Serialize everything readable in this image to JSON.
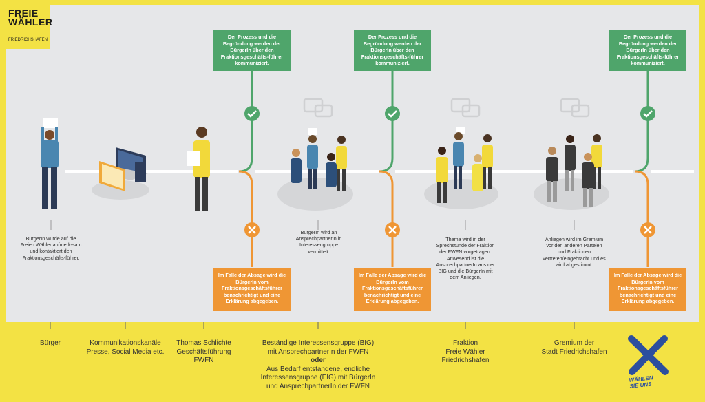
{
  "logo": {
    "title": "FREIE WÄHLER",
    "subtitle": "FRIEDRICHSHAFEN"
  },
  "colors": {
    "green": "#4fa56b",
    "orange": "#ef9634",
    "yellow": "#f3e244",
    "panel": "#e6e7e9",
    "blue": "#2c4f9e"
  },
  "green_boxes": [
    "Der Prozess und die Begründung werden der BürgerIn über den Fraktionsgeschäfts-führer kommuniziert.",
    "Der Prozess und die Begründung werden der BürgerIn über den Fraktionsgeschäfts-führer kommuniziert.",
    "Der Prozess und die Begründung werden der BürgerIn über den Fraktionsgeschäfts-führer kommuniziert."
  ],
  "orange_boxes": [
    "Im Falle der Absage wird die BürgerIn vom Fraktionsgeschäftsführer benachrichtigt und eine Erklärung abgegeben.",
    "Im Falle der Absage wird die BürgerIn vom Fraktionsgeschäftsführer benachrichtigt und eine Erklärung abgegeben.",
    "Im Falle der Absage wird die BürgerIn vom Fraktionsgeschäftsführer benachrichtigt und eine Erklärung abgegeben."
  ],
  "descriptions": {
    "buerger": "BürgerIn wurde auf die Freien Wähler aufmerk-sam und kontaktiert den Fraktionsgeschäfts-führer.",
    "interessengruppe": "BürgerIn wird an AnsprechpartnerIn in Interessengruppe vermittelt.",
    "fraktion": "Thema wird in der Sprechstunde der Fraktion der FWFN vorgetragen. Anwesend ist die AnsprechpartnerIn aus der BIG und die BürgerIn mit dem Anliegen.",
    "gremium": "Anliegen wird im Gremium vor den anderen Parteien und Fraktionen vertreten/eingebracht und es wird abgestimmt."
  },
  "categories": {
    "c1": "Bürger",
    "c2_l1": "Kommunikationskanäle",
    "c2_l2": "Presse, Social Media etc.",
    "c3_l1": "Thomas Schlichte",
    "c3_l2": "Geschäftsführung",
    "c3_l3": "FWFN",
    "c4_l1": "Beständige Interessensgruppe (BIG)",
    "c4_l2": "mit AnsprechpartnerIn der FWFN",
    "c4_or": "oder",
    "c4_l3": "Aus Bedarf entstandene, endliche",
    "c4_l4": "Interessensgruppe (EIG) mit BürgerIn",
    "c4_l5": "und AnsprechpartnerIn der FWFN",
    "c5_l1": "Fraktion",
    "c5_l2": "Freie Wähler",
    "c5_l3": "Friedrichshafen",
    "c6_l1": "Gremium der",
    "c6_l2": "Stadt Friedrichshafen"
  },
  "badge": {
    "line1": "WÄHLEN",
    "line2": "SIE UNS"
  }
}
